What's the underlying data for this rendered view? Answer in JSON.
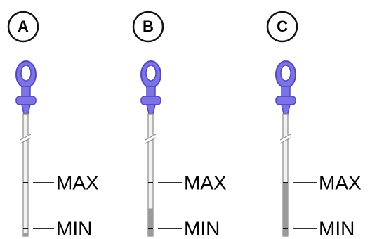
{
  "colors": {
    "handle": "#7b73e6",
    "handle_dark": "#5148b8",
    "tube_light": "#f2f2f2",
    "tube_edge": "#8a8a8a",
    "oil_fill": "#9a9a9a",
    "stroke": "#111111"
  },
  "panels": [
    {
      "badge": "A",
      "max_label": "MAX",
      "min_label": "MIN",
      "oil_level_fraction": 0.05
    },
    {
      "badge": "B",
      "max_label": "MAX",
      "min_label": "MIN",
      "oil_level_fraction": 0.52
    },
    {
      "badge": "C",
      "max_label": "MAX",
      "min_label": "MIN",
      "oil_level_fraction": 1.0
    }
  ]
}
